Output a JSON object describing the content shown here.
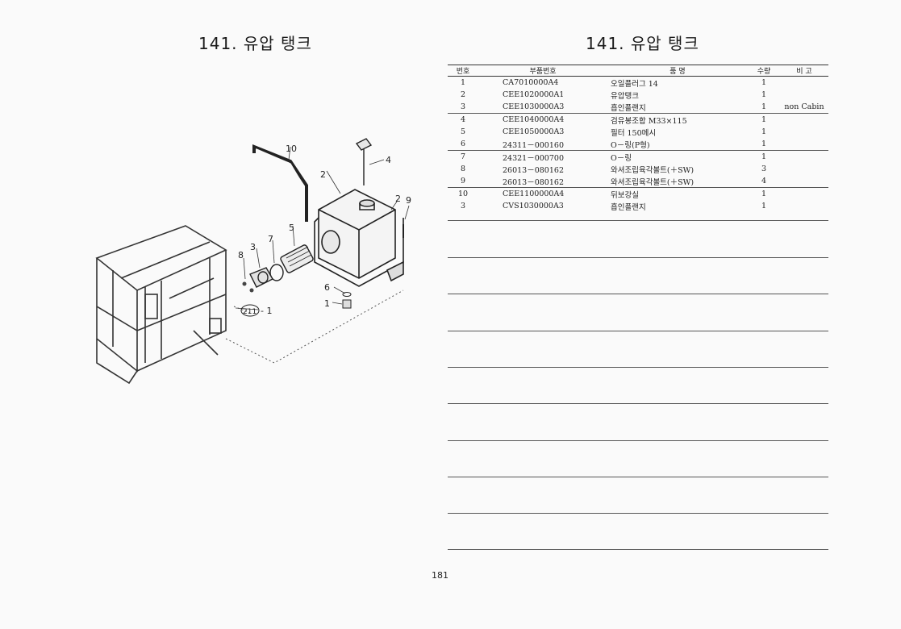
{
  "page": {
    "title_left": "141. 유압 탱크",
    "title_right": "141. 유압 탱크",
    "page_number": "181"
  },
  "diagram": {
    "callouts": [
      "10",
      "2",
      "4",
      "2",
      "9",
      "3",
      "7",
      "5",
      "8",
      "6",
      "1",
      "211",
      "- 1"
    ]
  },
  "parts_table": {
    "headers": [
      "번호",
      "부품번호",
      "품    명",
      "수량",
      "비  고"
    ],
    "rows": [
      {
        "no": "1",
        "part": "CA7010000A4",
        "name": "오일플러그 14",
        "qty": "1",
        "note": ""
      },
      {
        "no": "2",
        "part": "CEE1020000A1",
        "name": "유압탱크",
        "qty": "1",
        "note": ""
      },
      {
        "no": "3",
        "part": "CEE1030000A3",
        "name": "흡인플랜지",
        "qty": "1",
        "note": "non Cabin"
      },
      {
        "no": "4",
        "part": "CEE1040000A4",
        "name": "검유봉조합 M33×115",
        "qty": "1",
        "note": ""
      },
      {
        "no": "5",
        "part": "CEE1050000A3",
        "name": "필터 150메시",
        "qty": "1",
        "note": ""
      },
      {
        "no": "6",
        "part": "24311－000160",
        "name": "O－링(P형)",
        "qty": "1",
        "note": ""
      },
      {
        "no": "7",
        "part": "24321－000700",
        "name": "O－링",
        "qty": "1",
        "note": ""
      },
      {
        "no": "8",
        "part": "26013－080162",
        "name": "와셔조립육각볼트(＋SW)",
        "qty": "3",
        "note": ""
      },
      {
        "no": "9",
        "part": "26013－080162",
        "name": "와셔조립육각볼트(＋SW)",
        "qty": "4",
        "note": ""
      },
      {
        "no": "10",
        "part": "CEE1100000A4",
        "name": "뒤보강실",
        "qty": "1",
        "note": ""
      },
      {
        "no": "3",
        "part": "CVS1030000A3",
        "name": "흡인플랜지",
        "qty": "1",
        "note": ""
      }
    ]
  }
}
